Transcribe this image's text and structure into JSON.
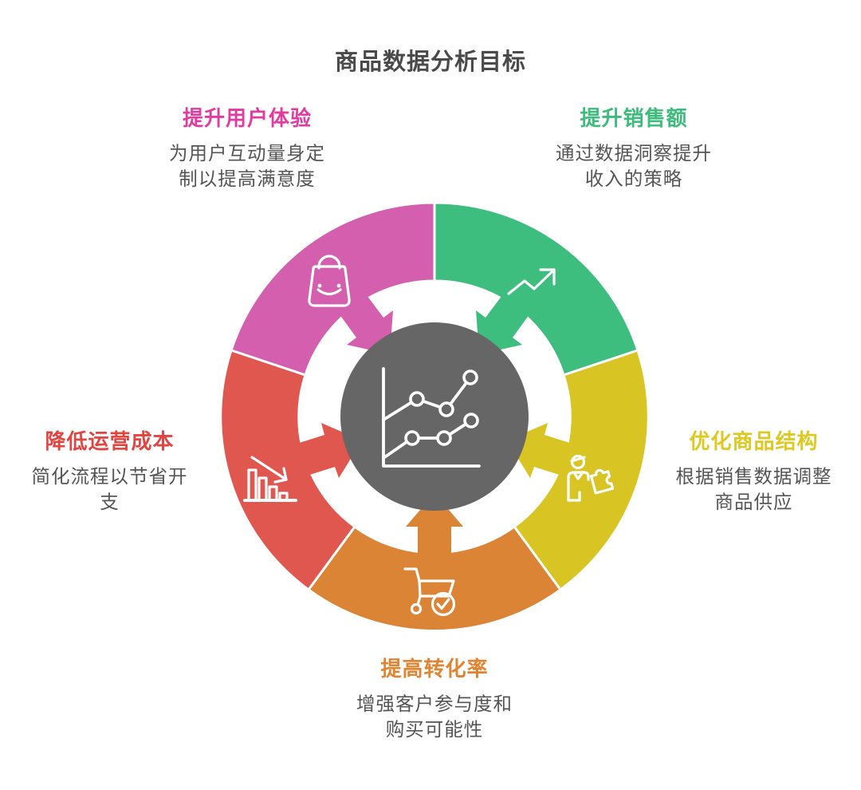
{
  "title": {
    "text": "商品数据分析目标",
    "color": "#4a4a4a"
  },
  "center": {
    "icon": "line-chart-icon",
    "color": "#666666"
  },
  "segments": [
    {
      "id": "user-experience",
      "label": "提升用户体验",
      "desc": "为用户互动量身定\n制以提高满意度",
      "color": "#d35fae",
      "label_color": "#e23ba0",
      "icon": "shopping-bag-smile-icon",
      "position": "top-left"
    },
    {
      "id": "sales-growth",
      "label": "提升销售额",
      "desc": "通过数据洞察提升\n收入的策略",
      "color": "#3ebe7e",
      "label_color": "#3cbd7c",
      "icon": "trend-up-arrow-icon",
      "position": "top-right"
    },
    {
      "id": "product-structure",
      "label": "优化商品结构",
      "desc": "根据销售数据调整\n商品供应",
      "color": "#d8c524",
      "label_color": "#ddc922",
      "icon": "person-puzzle-icon",
      "position": "right"
    },
    {
      "id": "conversion-rate",
      "label": "提高转化率",
      "desc": "增强客户参与度和\n购买可能性",
      "color": "#dc8435",
      "label_color": "#e08432",
      "icon": "cart-check-icon",
      "position": "bottom"
    },
    {
      "id": "operating-cost",
      "label": "降低运营成本",
      "desc": "简化流程以节省开\n支",
      "color": "#e0574f",
      "label_color": "#e24540",
      "icon": "declining-bars-icon",
      "position": "left"
    }
  ]
}
